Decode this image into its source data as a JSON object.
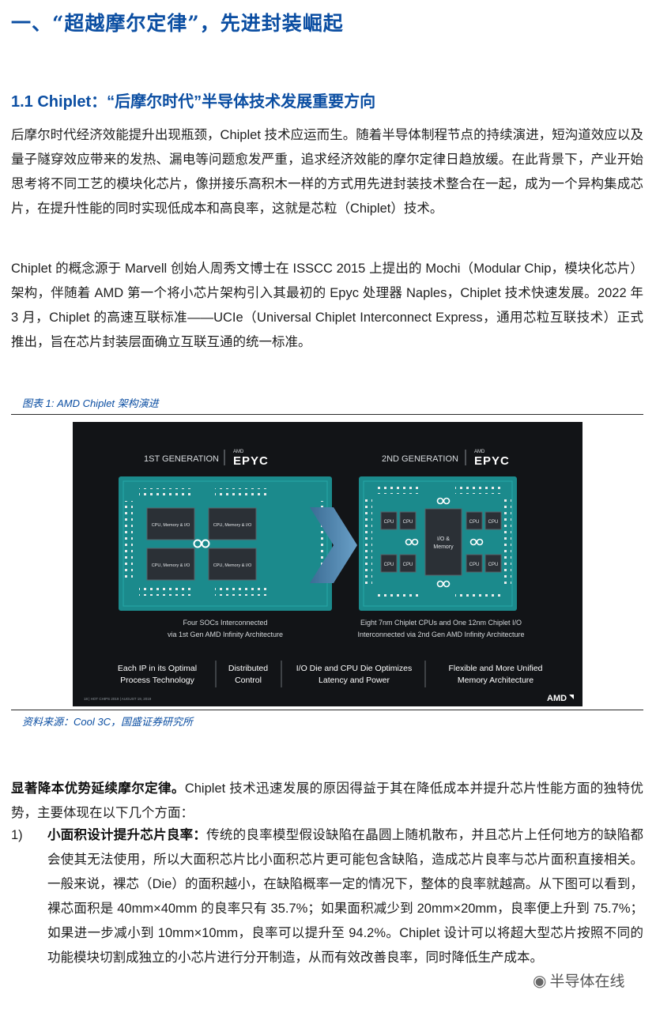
{
  "heading1": "一、“超越摩尔定律”，先进封装崛起",
  "heading2": "1.1 Chiplet：“后摩尔时代”半导体技术发展重要方向",
  "para1": "后摩尔时代经济效能提升出现瓶颈，Chiplet 技术应运而生。随着半导体制程节点的持续演进，短沟道效应以及量子隧穿效应带来的发热、漏电等问题愈发严重，追求经济效能的摩尔定律日趋放缓。在此背景下，产业开始思考将不同工艺的模块化芯片，像拼接乐高积木一样的方式用先进封装技术整合在一起，成为一个异构集成芯片，在提升性能的同时实现低成本和高良率，这就是芯粒（Chiplet）技术。",
  "para2": "Chiplet 的概念源于 Marvell 创始人周秀文博士在 ISSCC 2015 上提出的 Mochi（Modular Chip，模块化芯片）架构，伴随着 AMD 第一个将小芯片架构引入其最初的 Epyc 处理器 Naples，Chiplet 技术快速发展。2022 年 3 月，Chiplet 的高速互联标准——UCIe（Universal Chiplet Interconnect Express，通用芯粒互联技术）正式推出，旨在芯片封装层面确立互联互通的统一标准。",
  "figure": {
    "caption": "图表 1:  AMD Chiplet 架构演进",
    "source": "资料来源：Cool 3C，国盛证券研究所",
    "gen1": {
      "title": "1ST GENERATION",
      "brand_small": "AMD",
      "brand": "EPYC",
      "soc_label": "CPU, Memory & I/O",
      "caption_line1": "Four SOCs Interconnected",
      "caption_line2": "via 1st Gen AMD Infinity Architecture"
    },
    "gen2": {
      "title": "2ND GENERATION",
      "brand_small": "AMD",
      "brand": "EPYC",
      "cpu_label": "CPU",
      "io_line1": "I/O &",
      "io_line2": "Memory",
      "caption_line1": "Eight 7nm Chiplet CPUs and One 12nm Chiplet I/O",
      "caption_line2": "Interconnected via 2nd Gen AMD Infinity Architecture"
    },
    "features": [
      {
        "line1": "Each IP in its Optimal",
        "line2": "Process Technology"
      },
      {
        "line1": "Distributed",
        "line2": "Control"
      },
      {
        "line1": "I/O Die and CPU Die Optimizes",
        "line2": "Latency and Power"
      },
      {
        "line1": "Flexible and More Unified",
        "line2": "Memory Architecture"
      }
    ],
    "footer_left": "18  |  HOT CHIPS 2019  |  AUGUST 19, 2019",
    "footer_logo": "AMD",
    "colors": {
      "background": "#121417",
      "package": "#1b8a8c",
      "die": "#2b3036",
      "arrow": "#4d7fa8"
    }
  },
  "para3_lead": "显著降本优势延续摩尔定律。",
  "para3_rest": "Chiplet 技术迅速发展的原因得益于其在降低成本并提升芯片性能方面的独特优势，主要体现在以下几个方面：",
  "list": [
    {
      "num": "1)",
      "lead": "小面积设计提升芯片良率：",
      "text": "传统的良率模型假设缺陷在晶圆上随机散布，并且芯片上任何地方的缺陷都会使其无法使用，所以大面积芯片比小面积芯片更可能包含缺陷，造成芯片良率与芯片面积直接相关。一般来说，裸芯（Die）的面积越小，在缺陷概率一定的情况下，整体的良率就越高。从下图可以看到，裸芯面积是 40mm×40mm 的良率只有 35.7%；如果面积减少到 20mm×20mm，良率便上升到 75.7%；如果进一步减小到 10mm×10mm，良率可以提升至 94.2%。Chiplet 设计可以将超大型芯片按照不同的功能模块切割成独立的小芯片进行分开制造，从而有效改善良率，同时降低生产成本。"
    }
  ],
  "watermark": {
    "icon": "wechat-icon",
    "text": "半导体在线"
  }
}
